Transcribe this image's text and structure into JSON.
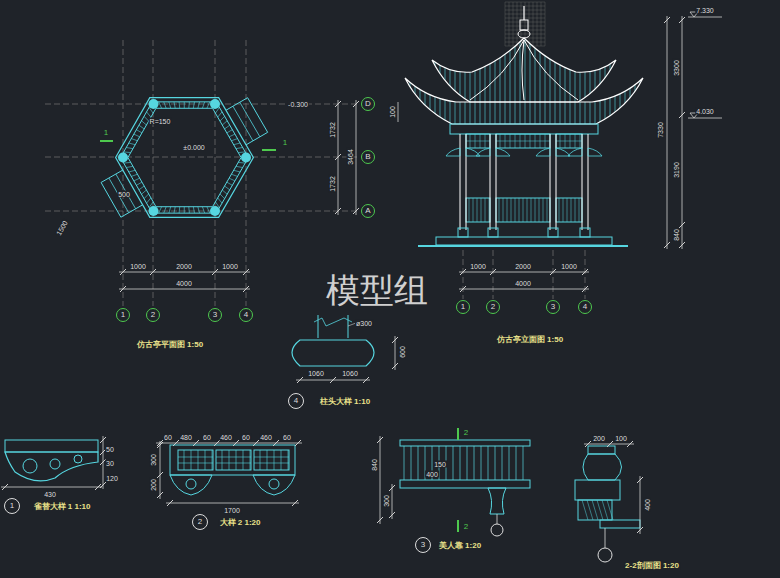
{
  "diagram": {
    "nodes": [
      {
        "text": [
          "D"
        ]
      },
      {
        "text": [
          "B"
        ]
      },
      {
        "text": [
          "A"
        ]
      },
      {
        "text": [
          "1"
        ]
      },
      {
        "text": [
          "2"
        ]
      },
      {
        "text": [
          "3"
        ]
      },
      {
        "text": [
          "4"
        ]
      },
      {
        "text": [
          "1"
        ]
      },
      {
        "text": [
          "2"
        ]
      },
      {
        "text": [
          "3"
        ]
      },
      {
        "text": [
          "4"
        ]
      },
      {
        "text": [
          "4"
        ]
      },
      {
        "text": [
          "1"
        ]
      },
      {
        "text": [
          "2"
        ]
      },
      {
        "text": [
          "3"
        ]
      }
    ],
    "labels": [
      "1000",
      "2000",
      "1000",
      "4000",
      "1732",
      "1732",
      "3464",
      "R=150",
      "±0.000",
      "500",
      "1500",
      "-0.300",
      "1",
      "1",
      "1000",
      "2000",
      "1000",
      "4000",
      "7.330",
      "4.030",
      "3300",
      "3190",
      "840",
      "7330",
      "100",
      "仿古亭平面图 1:50",
      "仿古亭立面图 1:50",
      "ø300",
      "600",
      "1060",
      "1060",
      "柱头大样 1:10",
      "430",
      "120",
      "50",
      "30",
      "雀替大样 1 1:10",
      "60",
      "480",
      "60",
      "460",
      "60",
      "460",
      "60",
      "1700",
      "300",
      "200",
      "大样 2 1:20",
      "840",
      "300",
      "150",
      "400",
      "2",
      "2",
      "美人靠 1:20",
      "200",
      "100",
      "400",
      "2-2剖面图 1:20",
      "模型组"
    ]
  }
}
